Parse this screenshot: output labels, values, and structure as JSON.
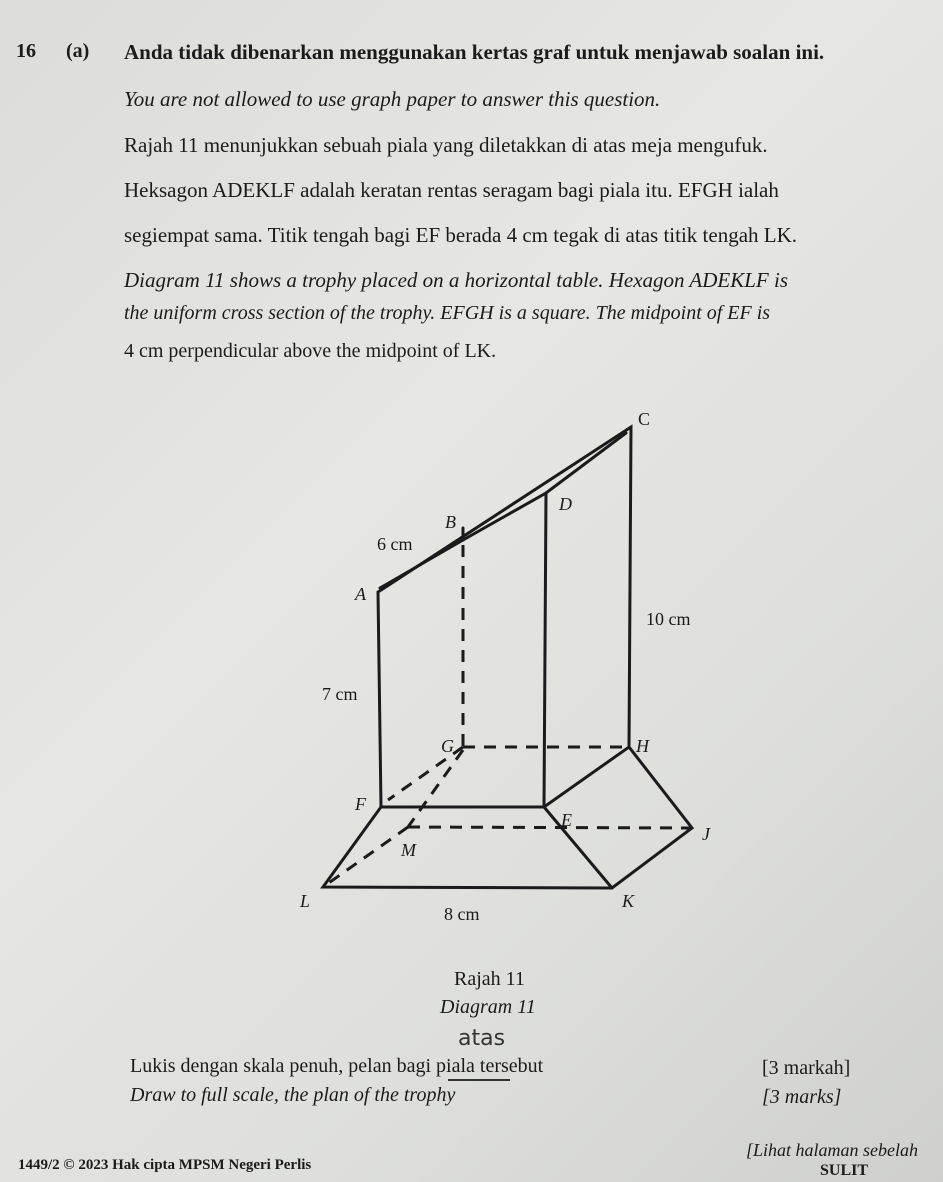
{
  "question": {
    "number": "16",
    "part": "(a)",
    "instruction_ms": "Anda tidak dibenarkan menggunakan kertas graf untuk menjawab soalan ini.",
    "instruction_en": "You are not allowed to use graph paper to answer this question.",
    "ms_lines": [
      "Rajah 11 menunjukkan sebuah piala yang diletakkan di atas meja mengufuk.",
      "Heksagon ADEKLF adalah keratan rentas seragam bagi piala itu. EFGH ialah",
      "segiempat sama. Titik tengah bagi EF berada 4 cm tegak di atas titik tengah LK."
    ],
    "en_lines": [
      "Diagram 11 shows a trophy placed on a horizontal table. Hexagon ADEKLF is",
      "the uniform cross section of the trophy. EFGH is a square. The midpoint of EF is",
      "4 cm perpendicular above the midpoint of LK."
    ]
  },
  "diagram": {
    "points": {
      "A": "A",
      "B": "B",
      "C": "C",
      "D": "D",
      "E": "E",
      "F": "F",
      "G": "G",
      "H": "H",
      "J": "J",
      "K": "K",
      "L": "L",
      "M": "M"
    },
    "dims": {
      "ab": "6 cm",
      "af": "7 cm",
      "ch": "10 cm",
      "lk": "8 cm"
    },
    "caption_ms": "Rajah 11",
    "caption_en": "Diagram 11"
  },
  "task": {
    "handwritten_note": "atas",
    "ms": "Lukis dengan skala penuh, pelan bagi piala tersebut",
    "en": "Draw to full scale, the plan of the trophy",
    "marks_ms": "[3 markah]",
    "marks_en": "[3 marks]"
  },
  "footer": {
    "copyright": "1449/2 © 2023 Hak cipta MPSM Negeri Perlis",
    "next_page": "[Lihat halaman sebelah",
    "sulit": "SULIT"
  }
}
